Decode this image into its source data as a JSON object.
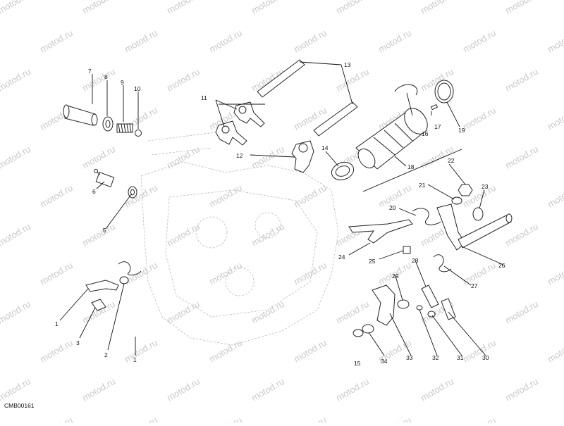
{
  "watermark": "motod.ru",
  "diagram_code": "CMB00161",
  "callouts": [
    {
      "id": "c1a",
      "text": "1"
    },
    {
      "id": "c1b",
      "text": "1"
    },
    {
      "id": "c2",
      "text": "2"
    },
    {
      "id": "c3",
      "text": "3"
    },
    {
      "id": "c5",
      "text": "5"
    },
    {
      "id": "c6",
      "text": "6"
    },
    {
      "id": "c7",
      "text": "7"
    },
    {
      "id": "c8",
      "text": "8"
    },
    {
      "id": "c9",
      "text": "9"
    },
    {
      "id": "c10",
      "text": "10"
    },
    {
      "id": "c11",
      "text": "11"
    },
    {
      "id": "c12",
      "text": "12"
    },
    {
      "id": "c13",
      "text": "13"
    },
    {
      "id": "c14",
      "text": "14"
    },
    {
      "id": "c15",
      "text": "15"
    },
    {
      "id": "c16",
      "text": "16"
    },
    {
      "id": "c17",
      "text": "17"
    },
    {
      "id": "c18",
      "text": "18"
    },
    {
      "id": "c19",
      "text": "19"
    },
    {
      "id": "c20",
      "text": "20"
    },
    {
      "id": "c21",
      "text": "21"
    },
    {
      "id": "c22",
      "text": "22"
    },
    {
      "id": "c23",
      "text": "23"
    },
    {
      "id": "c24",
      "text": "24"
    },
    {
      "id": "c25",
      "text": "25"
    },
    {
      "id": "c26",
      "text": "26"
    },
    {
      "id": "c27",
      "text": "27"
    },
    {
      "id": "c28",
      "text": "28"
    },
    {
      "id": "c29",
      "text": "29"
    },
    {
      "id": "c30",
      "text": "30"
    },
    {
      "id": "c31",
      "text": "31"
    },
    {
      "id": "c32",
      "text": "32"
    },
    {
      "id": "c33",
      "text": "33"
    },
    {
      "id": "c34",
      "text": "34"
    }
  ]
}
